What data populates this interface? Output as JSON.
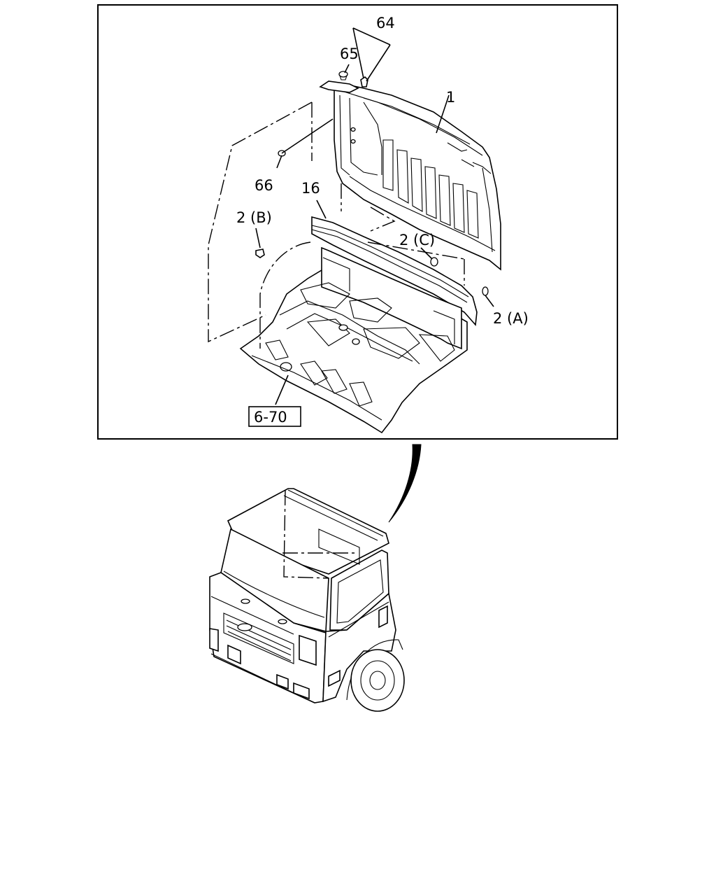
{
  "diagram": {
    "callouts": {
      "c64": "64",
      "c65": "65",
      "c1": "1",
      "c66": "66",
      "c16": "16",
      "c2b": "2 (B)",
      "c2c": "2 (C)",
      "c2a": "2 (A)",
      "c670": "6-70"
    }
  }
}
